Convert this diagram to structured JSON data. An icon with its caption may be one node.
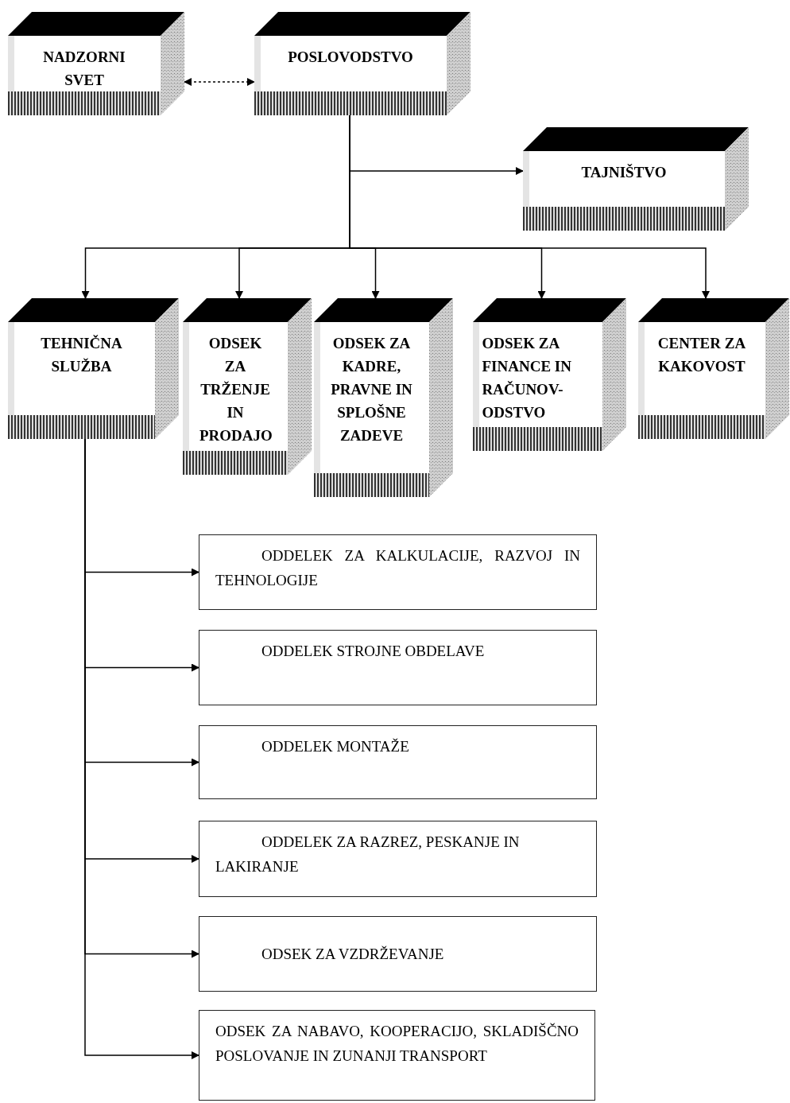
{
  "diagram": {
    "nodes": [
      {
        "text": [
          "NADZORNI SVET"
        ]
      },
      {
        "text": [
          "POSLOVODSTVO"
        ]
      },
      {
        "text": [
          "TAJNIŠTVO"
        ]
      },
      {
        "text": [
          "TEHNIČNA SLUŽBA"
        ]
      },
      {
        "text": [
          "ODSEK ZA TRŽENJE IN PRODAJO"
        ]
      },
      {
        "text": [
          "ODSEK ZA KADRE, PRAVNE IN SPLOŠNE ZADEVE"
        ]
      },
      {
        "text": [
          "ODSEK ZA FINANCE IN RAČUNOV- ODSTVO"
        ]
      },
      {
        "text": [
          "CENTER ZA KAKOVOST"
        ]
      },
      {
        "text": [
          "ODDELEK ZA KALKULACIJE, RAZVOJ IN TEHNOLOGIJE"
        ]
      },
      {
        "text": [
          "ODDELEK STROJNE OBDELAVE"
        ]
      },
      {
        "text": [
          "ODDELEK MONTAŽE"
        ]
      },
      {
        "text": [
          "ODDELEK ZA RAZREZ, PESKANJE IN LAKIRANJE"
        ]
      },
      {
        "text": [
          "ODSEK ZA VZDRŽEVANJE"
        ]
      },
      {
        "text": [
          "ODSEK ZA NABAVO, KOOPERACIJO, SKLADIŠČNO POSLOVANJE IN ZUNANJI TRANSPORT"
        ]
      }
    ],
    "edges": [
      {
        "from": 0,
        "to": 1,
        "arrow": "both",
        "style": "dashed"
      },
      {
        "from": 1,
        "to": 2,
        "arrow": "to"
      },
      {
        "from": 1,
        "to": 3,
        "arrow": "to"
      },
      {
        "from": 1,
        "to": 4,
        "arrow": "to"
      },
      {
        "from": 1,
        "to": 5,
        "arrow": "to"
      },
      {
        "from": 1,
        "to": 6,
        "arrow": "to"
      },
      {
        "from": 1,
        "to": 7,
        "arrow": "to"
      },
      {
        "from": 3,
        "to": 8,
        "arrow": "to"
      },
      {
        "from": 3,
        "to": 9,
        "arrow": "to"
      },
      {
        "from": 3,
        "to": 10,
        "arrow": "to"
      },
      {
        "from": 3,
        "to": 11,
        "arrow": "to"
      },
      {
        "from": 3,
        "to": 12,
        "arrow": "to"
      },
      {
        "from": 3,
        "to": 13,
        "arrow": "to"
      }
    ]
  }
}
